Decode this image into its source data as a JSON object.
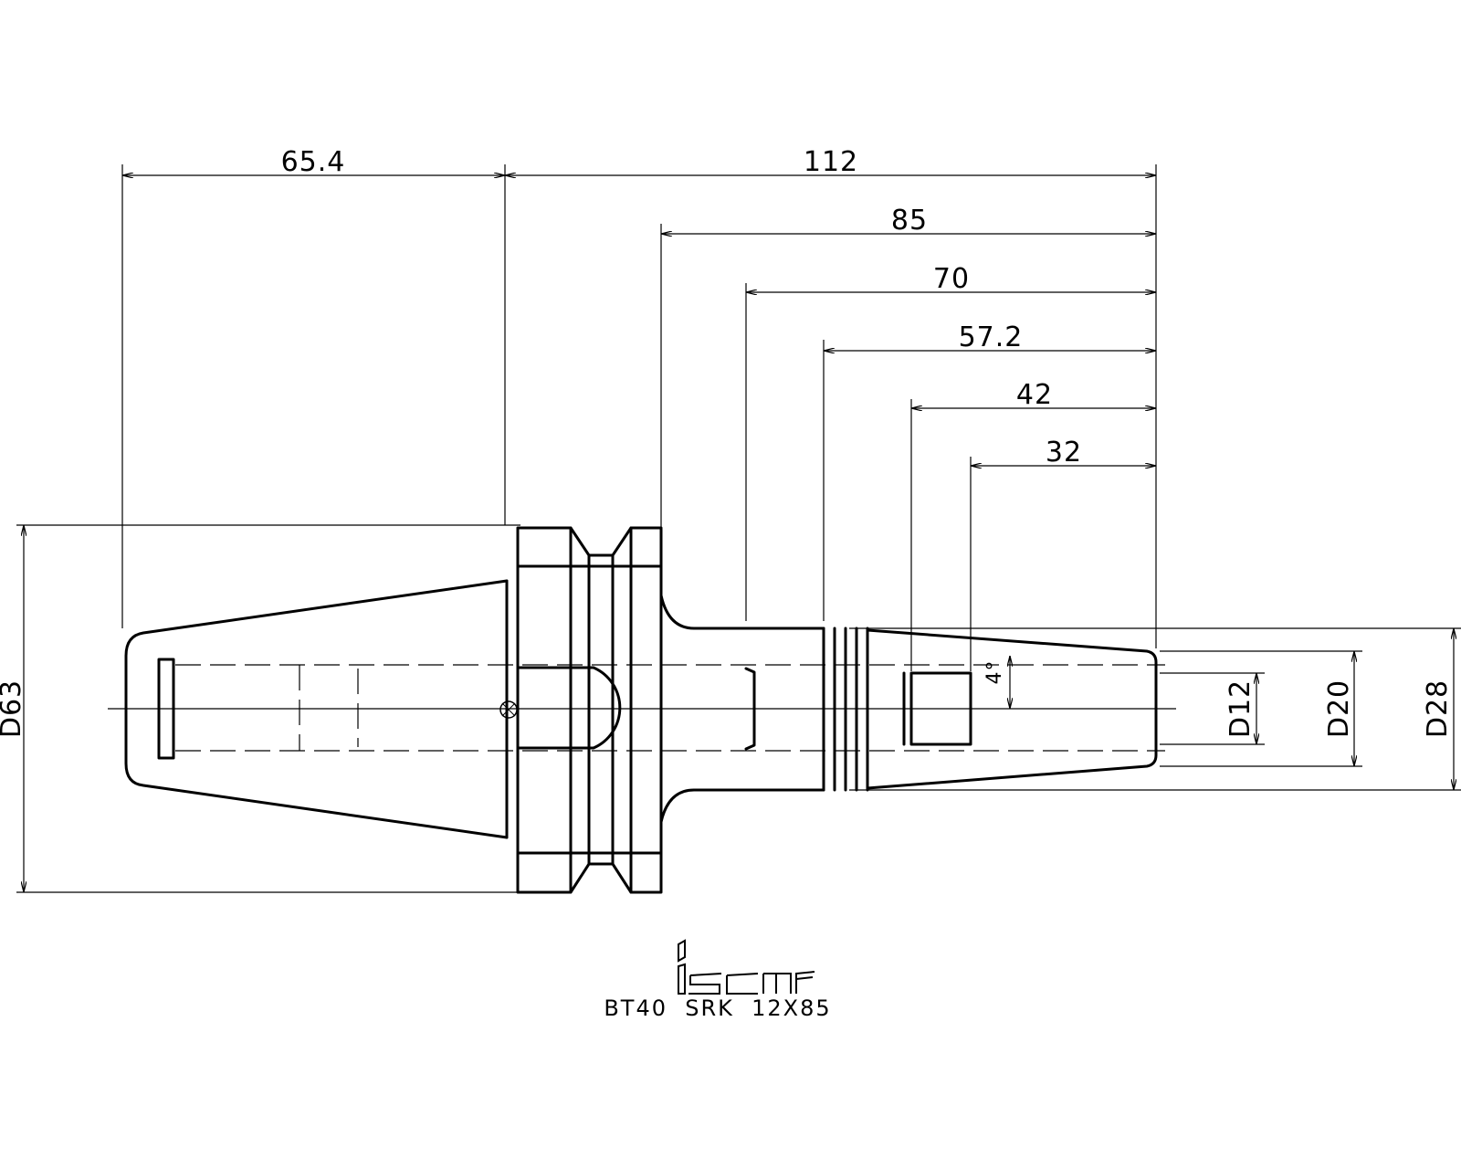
{
  "dimensions": {
    "d65_4": "65.4",
    "d112": "112",
    "d85": "85",
    "d70": "70",
    "d57_2": "57.2",
    "d42": "42",
    "d32": "32",
    "dia63": "D63",
    "dia12": "D12",
    "dia20": "D20",
    "dia28": "D28",
    "angle": "4°"
  },
  "title_block": {
    "brand": "iscar",
    "part_number": "BT40  SRK  12X85"
  }
}
